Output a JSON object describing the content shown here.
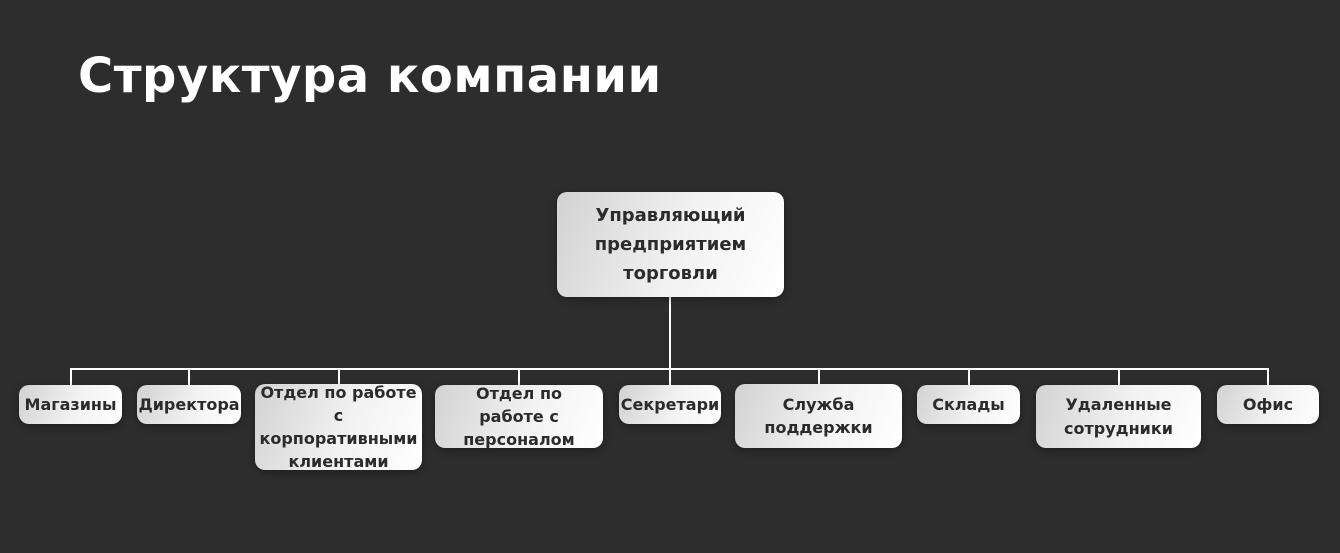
{
  "page": {
    "title": "Структура компании",
    "background_color": "#2d2d2d",
    "title_color": "#ffffff"
  },
  "style": {
    "node_gradient_start": "#d2d2d2",
    "node_gradient_end": "#ffffff",
    "node_text_color": "#2b2b2b",
    "connector_color": "#ffffff"
  },
  "org_chart": {
    "root": {
      "label": "Управляющий предприятием торговли"
    },
    "children": [
      {
        "label": "Магазины"
      },
      {
        "label": "Директора"
      },
      {
        "label": "Отдел по работе с корпоративными клиентами"
      },
      {
        "label": "Отдел по работе с персоналом"
      },
      {
        "label": "Секретари"
      },
      {
        "label": "Служба поддержки"
      },
      {
        "label": "Склады"
      },
      {
        "label": "Удаленные сотрудники"
      },
      {
        "label": "Офис"
      }
    ]
  }
}
